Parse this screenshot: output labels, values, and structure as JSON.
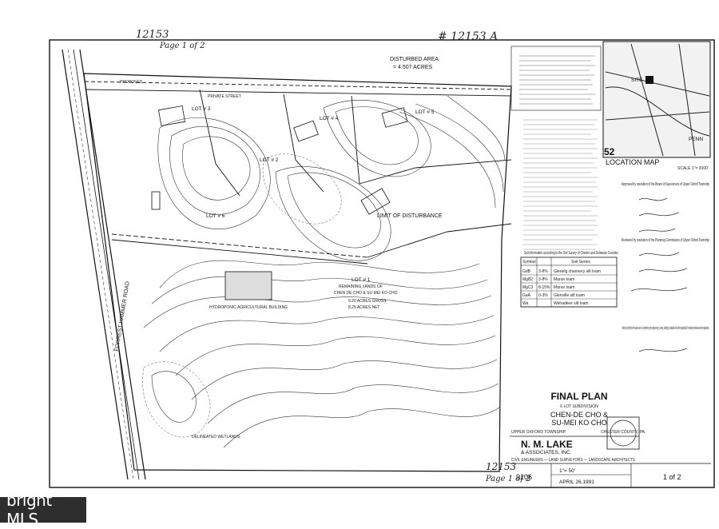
{
  "handwritten": {
    "top_left": "12153",
    "top_left_page": "Page 1 of 2",
    "top_right": "# 12153 A",
    "bottom": "12153",
    "bottom_page": "Page 1 of 2"
  },
  "plan_labels": {
    "disturbed_area": "DISTURBED AREA",
    "disturbed_area_value": "= 4.507 ACRES",
    "limit_of_disturbance": "LIMIT OF DISTURBANCE",
    "lot3": "LOT # 3",
    "lot4": "LOT # 4",
    "lot5": "LOT # 5",
    "lot2": "LOT # 2",
    "lot1": "LOT # 1",
    "remaining_lands": "REMAINING LANDS OF",
    "remaining_owner": "CHEN DE CHO & SU MEI KO CHO",
    "acres_gross": "9.20 ACRES GROSS",
    "acres_net": "8.25 ACRES NET",
    "building": "HYDROPONIC AGRICULTURAL BUILDING",
    "wetlands": "DELINEATED WETLANDS",
    "road": "FORREST HAMMER ROAD",
    "private_street": "PRIVATE STREET",
    "proposed": "PROPOSED"
  },
  "location_map": {
    "title": "LOCATION MAP",
    "site_label": "SITE",
    "corner_label": "PENN",
    "number": "52",
    "scale": "SCALE 1\"= 2000'"
  },
  "soil_table": {
    "title": "Soil information according to the Soil Survey of Chester and Delaware Counties",
    "header_symbol": "Symbol",
    "header_series": "Soil Series",
    "rows": [
      {
        "symbol": "GdB",
        "slope": "3-8%",
        "series": "Glenelg channery silt loam"
      },
      {
        "symbol": "MgB2",
        "slope": "3-8%",
        "series": "Manor loam"
      },
      {
        "symbol": "MgC3",
        "slope": "8-15%",
        "series": "Manor loam"
      },
      {
        "symbol": "GaA",
        "slope": "0-3%",
        "series": "Glenville silt loam"
      },
      {
        "symbol": "Wa",
        "slope": "",
        "series": "Wehadkee silt loam"
      }
    ]
  },
  "title_block": {
    "final_plan": "FINAL PLAN",
    "subdivision": "6 LOT SUBDIVISION",
    "owners_line1": "CHEN-DE CHO &",
    "owners_line2": "SU-MEI KO CHO",
    "township": "UPPER OXFORD TOWNSHIP",
    "county": "CHESTER COUNTY, PA.",
    "firm_name": "N. M. LAKE",
    "firm_sub": "& ASSOCIATES, INC.",
    "firm_desc": "CIVIL ENGINEERS — LAND SURVEYORS — LANDSCAPE ARCHITECTS",
    "plan_no": "9106",
    "scale": "1\"= 50'",
    "date": "APRIL 26,1991",
    "sheet": "1 of 2"
  },
  "approvals": {
    "board": "Approved by resolution of the Board of Supervisors of Upper Oxford Township",
    "planning": "Reviewed by resolution of the Planning Commission of Upper Oxford Township",
    "certify": "I hereby certify that the plans are in conformity with engineering, zoning, building, sanitation and other applicable Township ordinances and regulations."
  },
  "watermark": "bright MLS"
}
